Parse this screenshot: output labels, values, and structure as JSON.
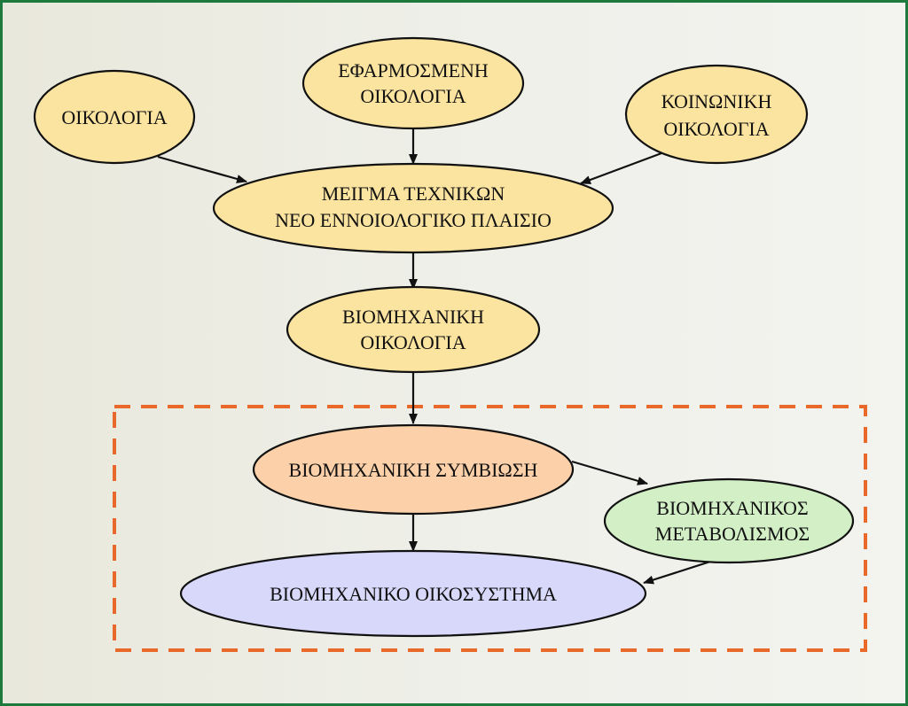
{
  "diagram": {
    "nodes": {
      "ecology": {
        "lines": [
          "ΟΙΚΟΛΟΓΙΑ"
        ],
        "color": "#fbe3a0"
      },
      "applied_ecology": {
        "lines": [
          "ΕΦΑΡΜΟΣΜΕΝΗ",
          "ΟΙΚΟΛΟΓΙΑ"
        ],
        "color": "#fbe3a0"
      },
      "social_ecology": {
        "lines": [
          "ΚΟΙΝΩΝΙΚΗ",
          "ΟΙΚΟΛΟΓΙΑ"
        ],
        "color": "#fbe3a0"
      },
      "blend_of_techniques": {
        "lines": [
          "ΜΕΙΓΜΑ ΤΕΧΝΙΚΩΝ",
          "ΝΕΟ ΕΝΝΟΙΟΛΟΓΙΚΟ ΠΛΑΙΣΙΟ"
        ],
        "color": "#fbe3a0"
      },
      "industrial_ecology": {
        "lines": [
          "ΒΙΟΜΗΧΑΝΙΚΗ",
          "ΟΙΚΟΛΟΓΙΑ"
        ],
        "color": "#fbe3a0"
      },
      "industrial_symbiosis": {
        "lines": [
          "ΒΙΟΜΗΧΑΝΙΚΗ ΣΥΜΒΙΩΣΗ"
        ],
        "color": "#fcd0a8"
      },
      "industrial_metabolism": {
        "lines": [
          "ΒΙΟΜΗΧΑΝΙΚΟΣ",
          "ΜΕΤΑΒΟΛΙΣΜΟΣ"
        ],
        "color": "#d2efc6"
      },
      "industrial_ecosystem": {
        "lines": [
          "ΒΙΟΜΗΧΑΝΙΚΟ ΟΙΚΟΣΥΣΤΗΜΑ"
        ],
        "color": "#d8d8fb"
      }
    },
    "edges": [
      {
        "from": "ecology",
        "to": "blend_of_techniques"
      },
      {
        "from": "applied_ecology",
        "to": "blend_of_techniques"
      },
      {
        "from": "social_ecology",
        "to": "blend_of_techniques"
      },
      {
        "from": "blend_of_techniques",
        "to": "industrial_ecology"
      },
      {
        "from": "industrial_ecology",
        "to": "industrial_symbiosis"
      },
      {
        "from": "industrial_symbiosis",
        "to": "industrial_metabolism"
      },
      {
        "from": "industrial_symbiosis",
        "to": "industrial_ecosystem"
      },
      {
        "from": "industrial_metabolism",
        "to": "industrial_ecosystem"
      }
    ],
    "colors": {
      "frame_border": "#1e7a3c",
      "dashed_box": "#e8692a",
      "node_stroke": "#111111",
      "arrow": "#111111"
    }
  }
}
